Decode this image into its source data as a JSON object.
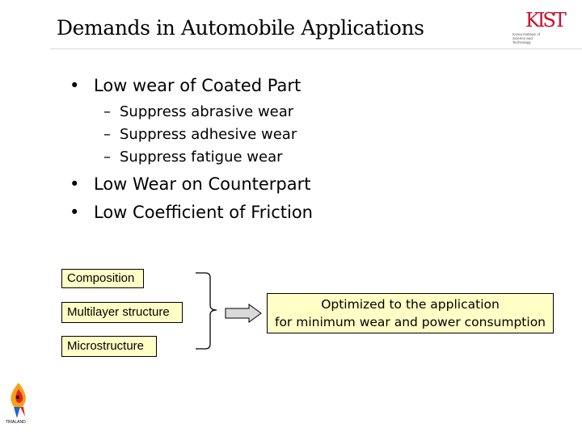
{
  "slide": {
    "title": "Demands in Automobile Applications",
    "logo": {
      "mark": "KIST",
      "subtitle": "Korea Institute of Science and Technology"
    },
    "bullets": [
      {
        "text": "Low wear of Coated Part",
        "subitems": [
          "Suppress abrasive wear",
          "Suppress adhesive wear",
          "Suppress fatigue wear"
        ]
      },
      {
        "text": "Low Wear on Counterpart",
        "subitems": []
      },
      {
        "text": "Low Coefficient of Friction",
        "subitems": []
      }
    ],
    "bullet_symbol": "•",
    "dash_symbol": "–",
    "factors": [
      "Composition",
      "Multilayer structure",
      "Microstructure"
    ],
    "result": {
      "line1": "Optimized to the application",
      "line2": "for minimum wear and power consumption"
    },
    "mascot": {
      "caption": "TRIALAND"
    },
    "colors": {
      "box_fill": "#ffffc6",
      "arrow_fill": "#d9d9d9",
      "logo_red": "#c8102e"
    }
  }
}
